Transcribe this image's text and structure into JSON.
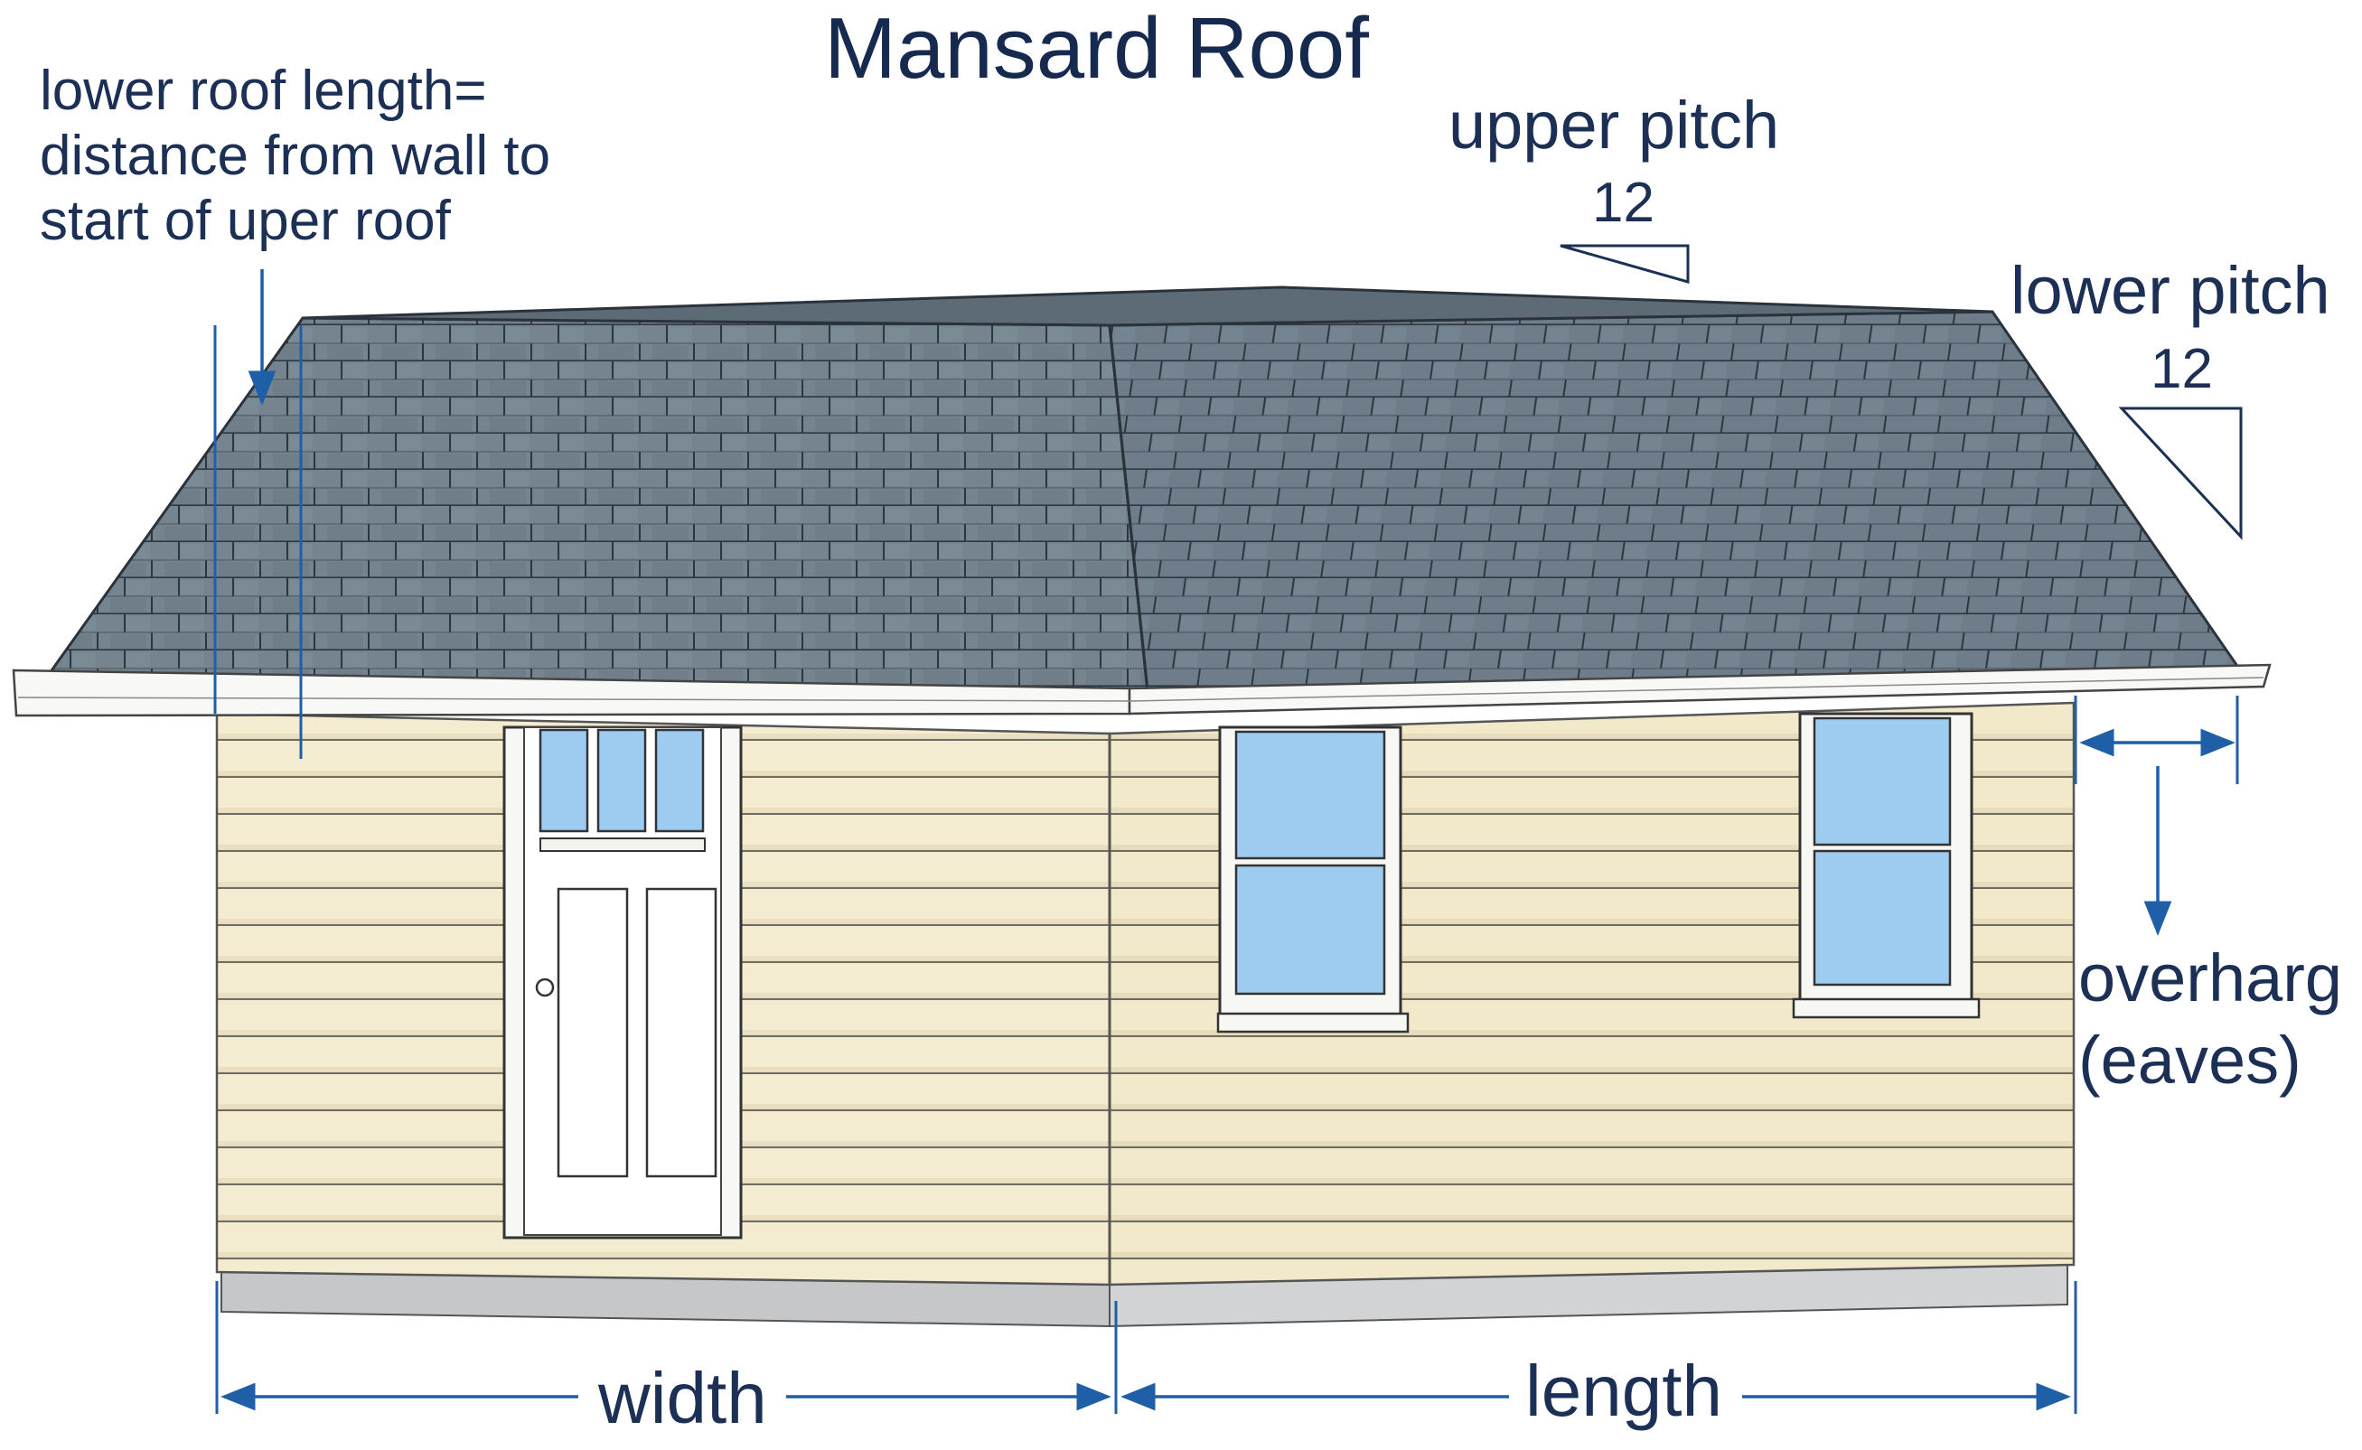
{
  "title": "Mansard Roof",
  "labels": {
    "lower_roof_length_line1": "lower roof   length=",
    "lower_roof_length_line2": "distance from wall to",
    "lower_roof_length_line3": "start of uper roof",
    "upper_pitch": "upper pitch",
    "upper_pitch_run": "12",
    "lower_pitch": "lower pitch",
    "lower_pitch_run": "12",
    "overhang_line1": "overharg",
    "overhang_line2": "(eaves)",
    "width": "width",
    "length": "length"
  },
  "colors": {
    "roof": "#6f7f8c",
    "roof_lines": "#2b3540",
    "siding": "#f4ecd0",
    "siding_lines": "#6c6a60",
    "window_glass": "#9ecbf0",
    "trim": "#f7f7f4",
    "foundation": "#c9cacb",
    "dimension_lines": "#1f5fa8",
    "text": "#1c2f55"
  }
}
